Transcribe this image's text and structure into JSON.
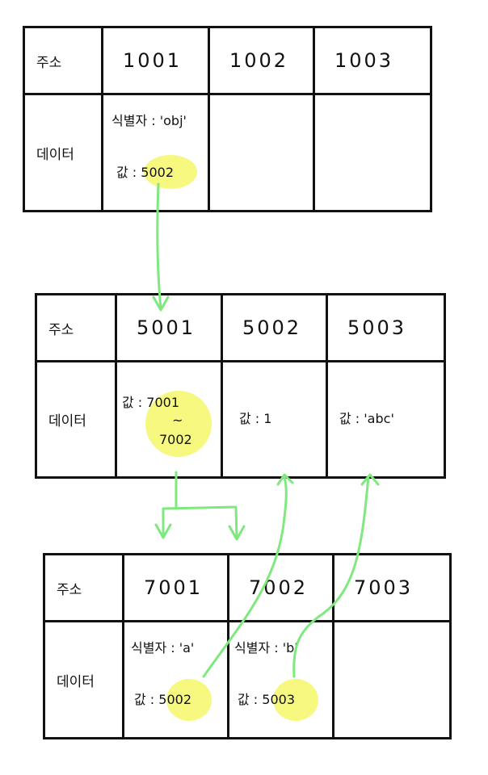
{
  "tables": [
    {
      "address_label": "주소",
      "data_label": "데이터",
      "addresses": [
        "1001",
        "1002",
        "1003"
      ],
      "cells": [
        {
          "line1": "식별자 : 'obj'",
          "line2": "값 : 5002"
        },
        {
          "line1": "",
          "line2": ""
        },
        {
          "line1": "",
          "line2": ""
        }
      ]
    },
    {
      "address_label": "주소",
      "data_label": "데이터",
      "addresses": [
        "5001",
        "5002",
        "5003"
      ],
      "cells": [
        {
          "line1": "값 : 7001",
          "line2": "~",
          "line3": "7002"
        },
        {
          "line1": "값 : 1"
        },
        {
          "line1": "값 : 'abc'"
        }
      ]
    },
    {
      "address_label": "주소",
      "data_label": "데이터",
      "addresses": [
        "7001",
        "7002",
        "7003"
      ],
      "cells": [
        {
          "line1": "식별자 : 'a'",
          "line2": "값 : 5002"
        },
        {
          "line1": "식별자 : 'b'",
          "line2": "값 : 5003"
        },
        {
          "line1": "",
          "line2": ""
        }
      ]
    }
  ],
  "colors": {
    "highlight": "#f4f76a",
    "arrow": "#7fe87f",
    "line": "#111111"
  }
}
